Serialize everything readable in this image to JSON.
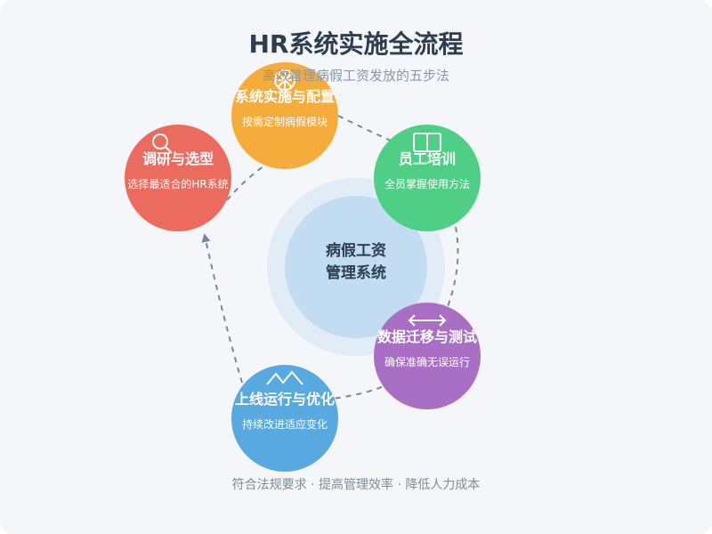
{
  "header": {
    "title": "HR系统实施全流程",
    "subtitle": "高效管理病假工资发放的五步法"
  },
  "center": {
    "line1": "病假工资",
    "line2": "管理系统"
  },
  "steps": [
    {
      "title": "系统实施与配置",
      "desc": "按需定制病假模块",
      "icon": "settings-wheel-icon",
      "color": "#f5ac3b"
    },
    {
      "title": "员工培训",
      "desc": "全员掌握使用方法",
      "icon": "book-icon",
      "color": "#4fcf85"
    },
    {
      "title": "数据迁移与测试",
      "desc": "确保准确无误运行",
      "icon": "double-arrow-icon",
      "color": "#a86fc4"
    },
    {
      "title": "上线运行与优化",
      "desc": "持续改进适应变化",
      "icon": "trend-line-icon",
      "color": "#57a9e0"
    },
    {
      "title": "调研与选型",
      "desc": "选择最适合的HR系统",
      "icon": "magnifier-icon",
      "color": "#ec6b5f"
    }
  ],
  "footer": {
    "text": "符合法规要求 · 提高管理效率 · 降低人力成本"
  }
}
